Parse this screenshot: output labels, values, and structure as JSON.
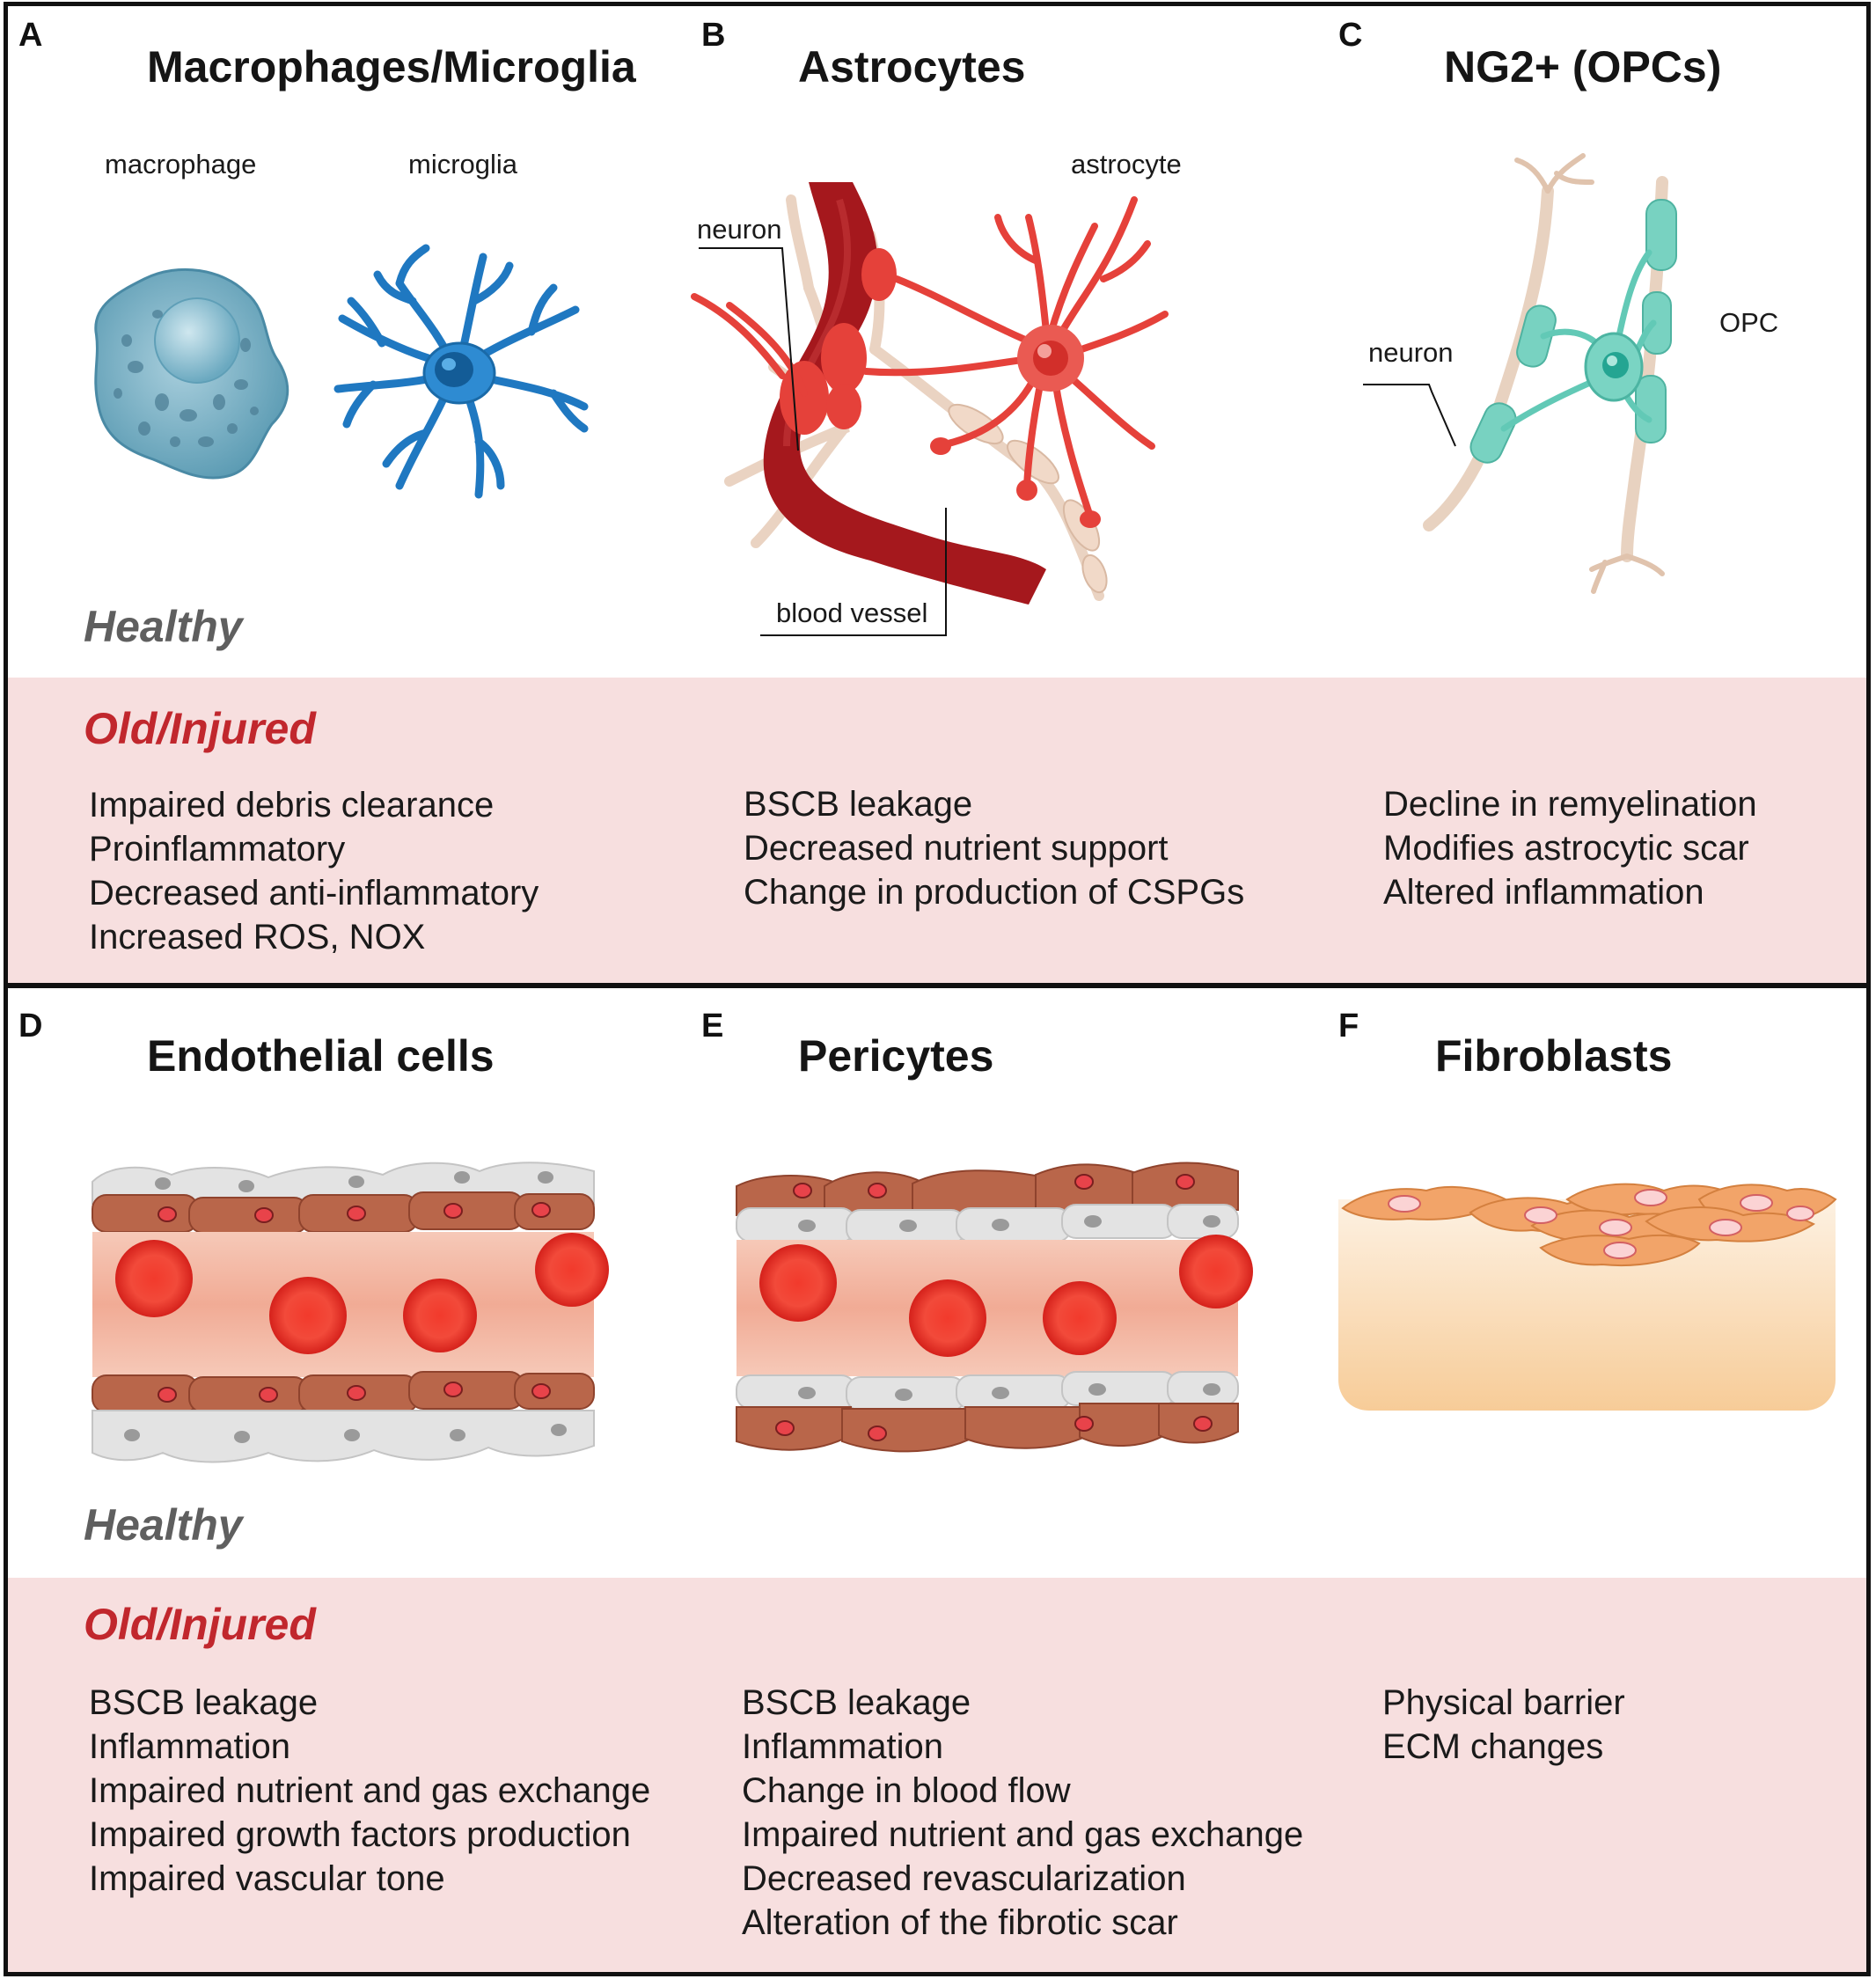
{
  "top": {
    "healthy_label": "Healthy",
    "injured_label": "Old/Injured",
    "panels": [
      {
        "letter": "A",
        "title": "Macrophages/Microglia",
        "captions": [
          "macrophage",
          "microglia"
        ],
        "items": [
          "Impaired debris clearance",
          "Proinflammatory",
          "Decreased anti-inflammatory",
          "Increased ROS, NOX"
        ]
      },
      {
        "letter": "B",
        "title": "Astrocytes",
        "captions": [
          "astrocyte",
          "neuron",
          "blood vessel"
        ],
        "items": [
          "BSCB leakage",
          "Decreased nutrient support",
          "Change in production of CSPGs"
        ]
      },
      {
        "letter": "C",
        "title": "NG2+ (OPCs)",
        "captions": [
          "OPC",
          "neuron"
        ],
        "items": [
          "Decline in remyelination",
          "Modifies astrocytic scar",
          "Altered inflammation"
        ]
      }
    ]
  },
  "bottom": {
    "healthy_label": "Healthy",
    "injured_label": "Old/Injured",
    "panels": [
      {
        "letter": "D",
        "title": "Endothelial cells",
        "items": [
          "BSCB leakage",
          "Inflammation",
          "Impaired nutrient and gas exchange",
          "Impaired growth factors production",
          "Impaired vascular tone"
        ]
      },
      {
        "letter": "E",
        "title": "Pericytes",
        "items": [
          "BSCB leakage",
          "Inflammation",
          "Change in blood flow",
          "Impaired nutrient and gas exchange",
          "Decreased revascularization",
          "Alteration of the fibrotic scar"
        ]
      },
      {
        "letter": "F",
        "title": "Fibroblasts",
        "items": [
          "Physical barrier",
          "ECM changes"
        ]
      }
    ]
  },
  "colors": {
    "injured_bg": "#f7dfdf",
    "injured_text": "#c1272d",
    "healthy_text": "#5f5f5f",
    "microglia": "#1f78c1",
    "astrocyte": "#e5413a",
    "opc": "#6fd0bf",
    "vessel": "#a3151b",
    "fibroblast": "#f0a060"
  }
}
